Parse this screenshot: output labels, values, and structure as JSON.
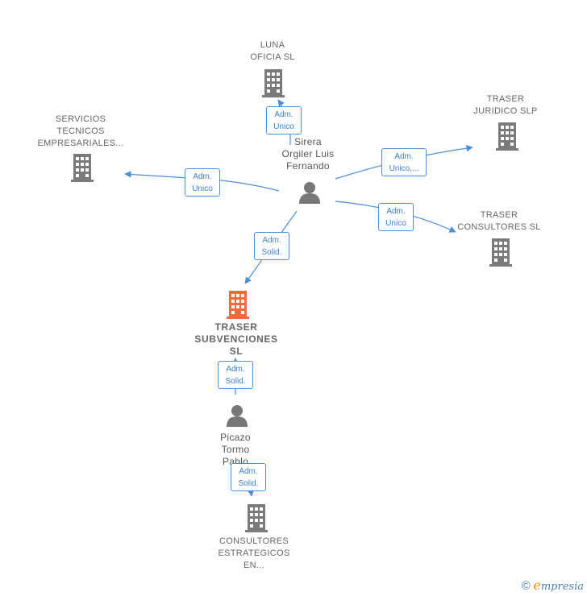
{
  "colors": {
    "edge": "#4a90d9",
    "building": "#7a7a7a",
    "focus_building": "#f26a3a",
    "person": "#777777"
  },
  "nodes": {
    "luna": {
      "line1": "LUNA",
      "line2": "OFICIA  SL"
    },
    "servicios": {
      "line1": "SERVICIOS",
      "line2": "TECNICOS",
      "line3": "EMPRESARIALES..."
    },
    "traser_juridico": {
      "line1": "TRASER",
      "line2": "JURIDICO  SLP"
    },
    "traser_consultores": {
      "line1": "TRASER",
      "line2": "CONSULTORES SL"
    },
    "traser_subvenciones": {
      "line1": "TRASER",
      "line2": "SUBVENCIONES",
      "line3": "SL"
    },
    "consultores_estrategicos": {
      "line1": "CONSULTORES",
      "line2": "ESTRATEGICOS",
      "line3": "EN..."
    },
    "sirera": {
      "line1": "Sirera",
      "line2": "Orgiler Luis",
      "line3": "Fernando"
    },
    "picazo": {
      "line1": "Picazo",
      "line2": "Tormo",
      "line3": "Pablo"
    }
  },
  "edges": {
    "to_luna": {
      "line1": "Adm.",
      "line2": "Unico"
    },
    "to_servicios": {
      "line1": "Adm.",
      "line2": "Unico"
    },
    "to_traser_juridico": {
      "line1": "Adm.",
      "line2": "Unico,..."
    },
    "to_traser_consultores": {
      "line1": "Adm.",
      "line2": "Unico"
    },
    "sirera_to_subvenciones": {
      "line1": "Adm.",
      "line2": "Solid."
    },
    "picazo_to_subvenciones": {
      "line1": "Adm.",
      "line2": "Solid."
    },
    "picazo_to_consultores": {
      "line1": "Adm.",
      "line2": "Solid."
    }
  },
  "footer": {
    "copyright": "©",
    "brand_e": "e",
    "brand_rest": "mpresia"
  }
}
